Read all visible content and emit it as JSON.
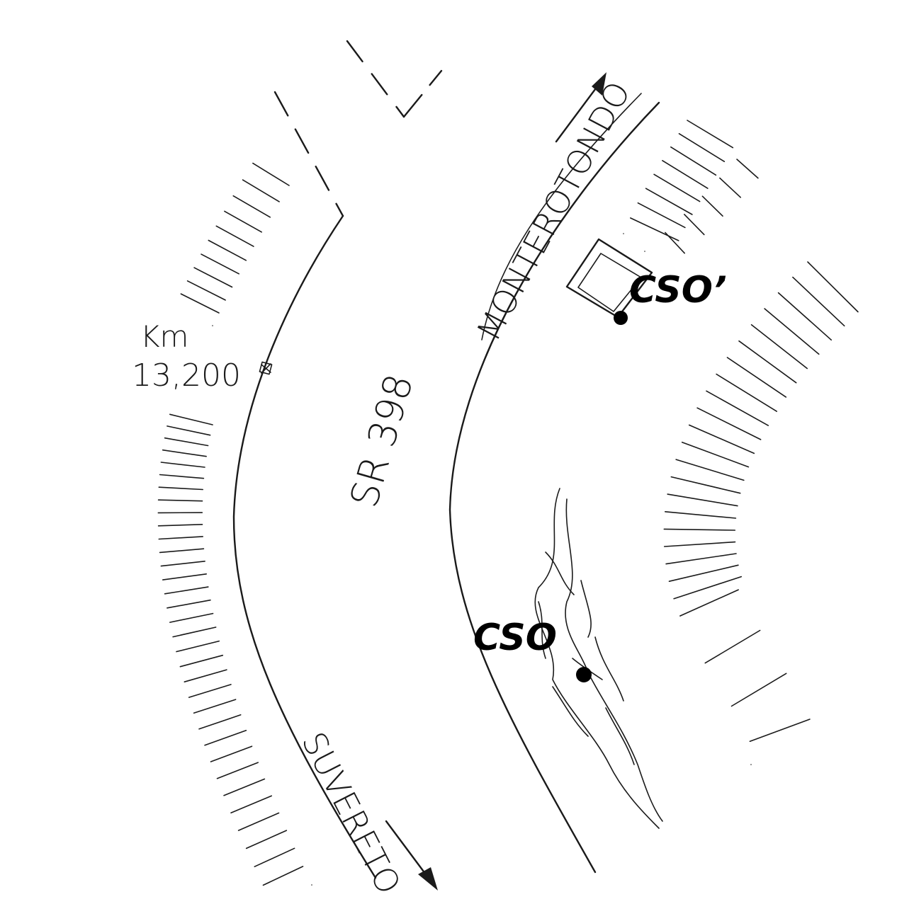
{
  "map": {
    "road_name": "SR 398",
    "direction_north": "MONTEROTONDO",
    "direction_south": "SUVERETO",
    "km_label": "Km",
    "km_value": "13,200",
    "point_1": "CSO",
    "point_2": "CSO’",
    "colors": {
      "ink": "#1a1a1a",
      "background": "#ffffff"
    }
  }
}
